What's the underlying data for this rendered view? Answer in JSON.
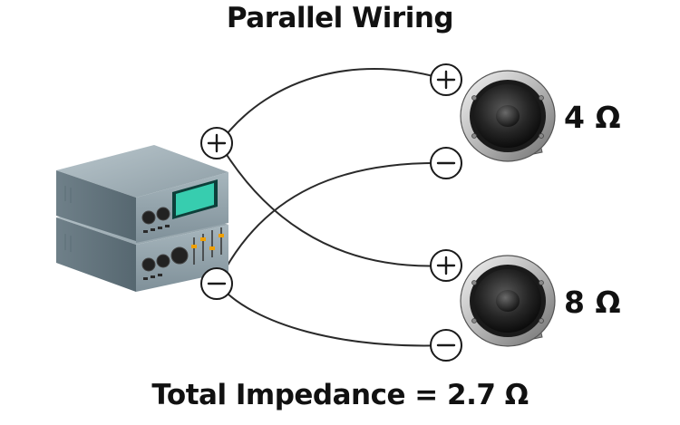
{
  "diagram": {
    "title": "Parallel Wiring",
    "footer": "Total Impedance = 2.7 Ω",
    "speaker_top": {
      "impedance": "4 Ω"
    },
    "speaker_bottom": {
      "impedance": "8 Ω"
    }
  }
}
